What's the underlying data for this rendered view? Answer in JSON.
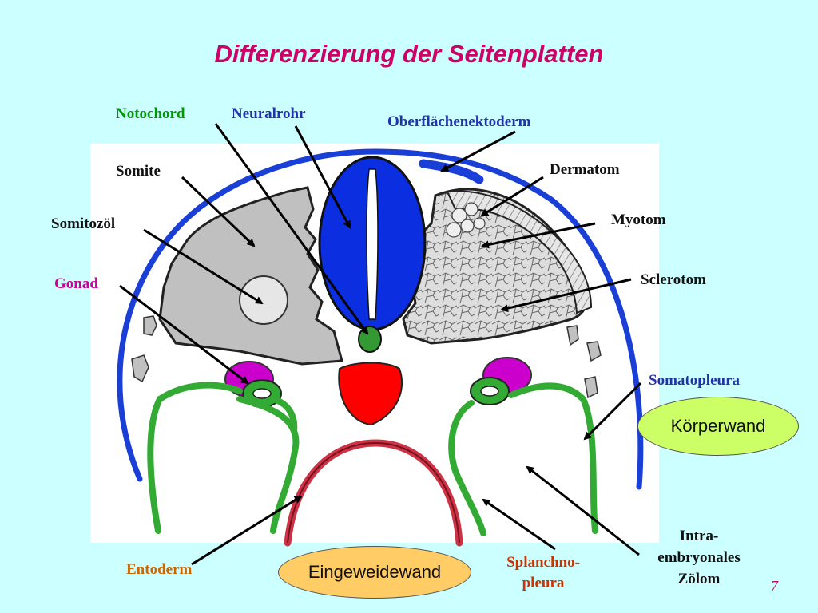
{
  "slide": {
    "title": "Differenzierung der Seitenplatten",
    "page_number": "7"
  },
  "labels": {
    "notochord": "Notochord",
    "neuralrohr": "Neuralrohr",
    "oberflaechenektoderm": "Oberflächenektoderm",
    "somite": "Somite",
    "dermatom": "Dermatom",
    "somitozoel": "Somitozöl",
    "myotom": "Myotom",
    "gonad": "Gonad",
    "sclerotom": "Sclerotom",
    "somatopleura": "Somatopleura",
    "entoderm": "Entoderm",
    "splanchnopleura_1": "Splanchno-",
    "splanchnopleura_2": "pleura",
    "zoelom_1": "Intra-",
    "zoelom_2": "embryonales",
    "zoelom_3": "Zölom"
  },
  "pills": {
    "koerperwand": "Körperwand",
    "eingeweidewand": "Eingeweidewand"
  },
  "colors": {
    "background": "#ccffff",
    "title": "#cc0066",
    "ectoderm": "#1a3fd6",
    "neural_tube": "#0a2ee0",
    "notochord": "#339933",
    "aorta": "#ff0000",
    "gonad": "#cc00cc",
    "pleura": "#33aa33",
    "entoderm": "#cc3344",
    "koerperwand_fill": "#ccff66",
    "eingeweidewand_fill": "#ffcc66"
  }
}
